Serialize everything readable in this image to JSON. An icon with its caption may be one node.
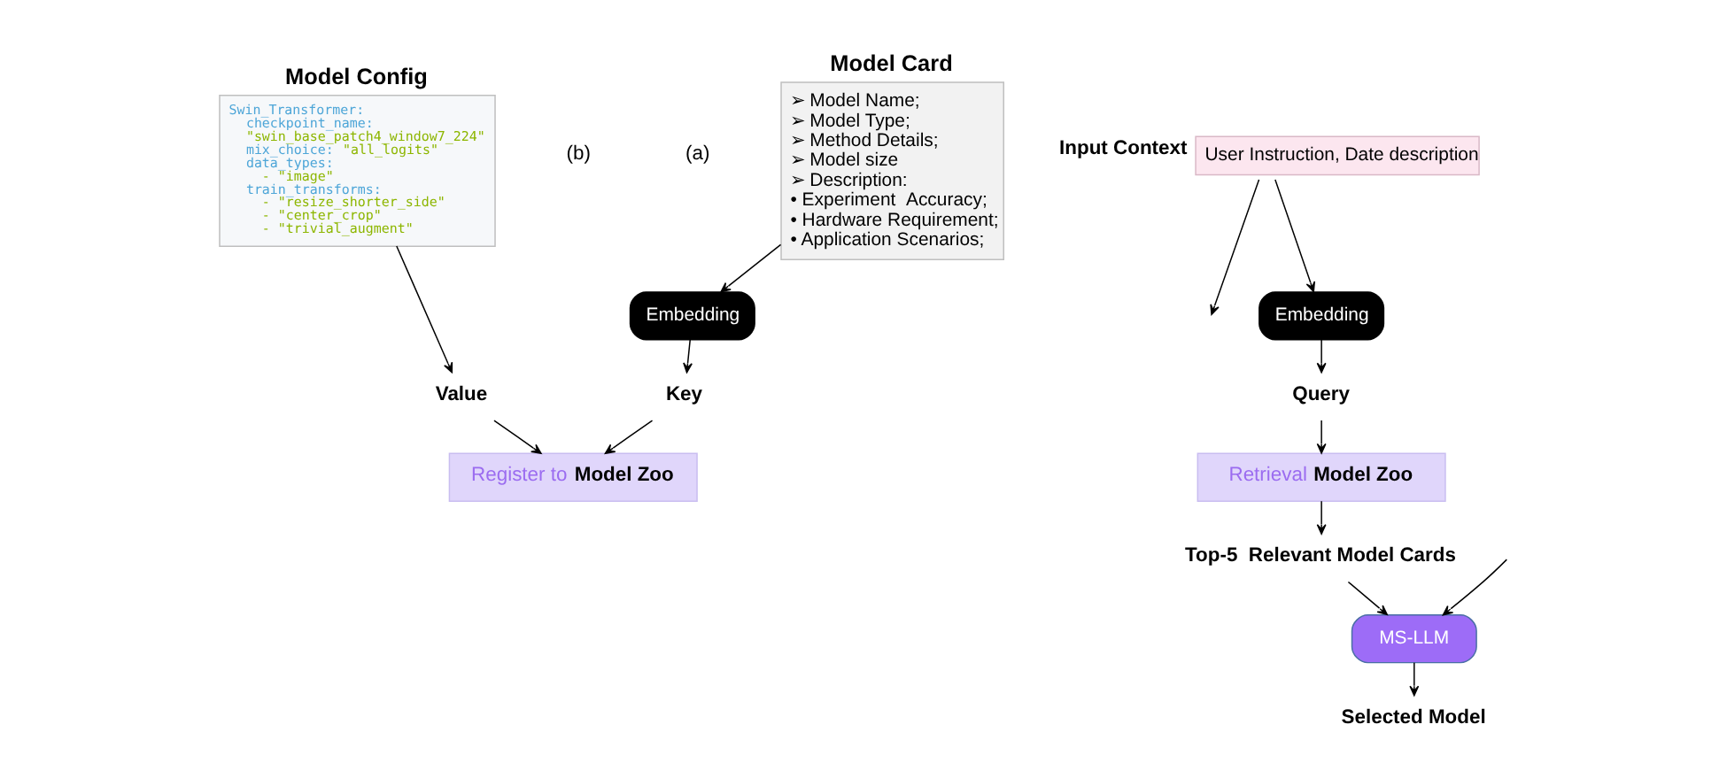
{
  "diagram": {
    "nodes": [
      {
        "text": [
          "Model Card",
          "➢ Model Name;",
          "➢ Model Type;",
          "➢ Method Details;",
          "➢ Model size",
          "➢ Description:",
          "• Experiment  Accuracy;",
          "• Hardware Requirement;",
          "• Application Scenarios;"
        ]
      },
      {
        "text": [
          "Model Config",
          "Swin_Transformer:",
          "checkpoint_name:",
          "\"swin_base_patch4_window7_224\"",
          "mix_choice: \"all_logits\"",
          "data_types:",
          "- \"image\"",
          "train_transforms:",
          "- \"resize_shorter_side\"",
          "- \"center_crop\"",
          "- \"trivial_augment\""
        ]
      },
      {
        "text": [
          "Embedding"
        ]
      },
      {
        "text": [
          "Key"
        ]
      },
      {
        "text": [
          "Value"
        ]
      },
      {
        "text": [
          "Register to **Model Zoo**"
        ]
      },
      {
        "text": [
          "User Instruction, Date description"
        ],
        "beside": [
          "Input Context"
        ]
      },
      {
        "text": [
          "Embedding"
        ]
      },
      {
        "text": [
          "Query"
        ]
      },
      {
        "text": [
          "Retrieval **Model Zoo**"
        ]
      },
      {
        "text": [
          "Top-5  Relevant Model Cards"
        ]
      },
      {
        "text": [
          "MS-LLM"
        ]
      },
      {
        "text": [
          "Selected Model"
        ]
      }
    ],
    "edges": [
      {
        "from": 0,
        "to": 2,
        "arrow": "to"
      },
      {
        "from": 2,
        "to": 3,
        "arrow": "to"
      },
      {
        "from": 1,
        "to": 4,
        "arrow": "to"
      },
      {
        "from": 3,
        "to": 5,
        "arrow": "to"
      },
      {
        "from": 4,
        "to": 5,
        "arrow": "to"
      },
      {
        "from": 6,
        "to": 7,
        "arrow": "to"
      },
      {
        "from": 6,
        "to": null,
        "arrow": "to"
      },
      {
        "from": 7,
        "to": 8,
        "arrow": "to"
      },
      {
        "from": 8,
        "to": 9,
        "arrow": "to"
      },
      {
        "from": 9,
        "to": 10,
        "arrow": "to"
      },
      {
        "from": 10,
        "to": 11,
        "arrow": "to"
      },
      {
        "from": null,
        "to": 11,
        "arrow": "to"
      },
      {
        "from": 11,
        "to": 12,
        "arrow": "to"
      }
    ],
    "labels": [
      "(a)",
      "(b)"
    ]
  }
}
